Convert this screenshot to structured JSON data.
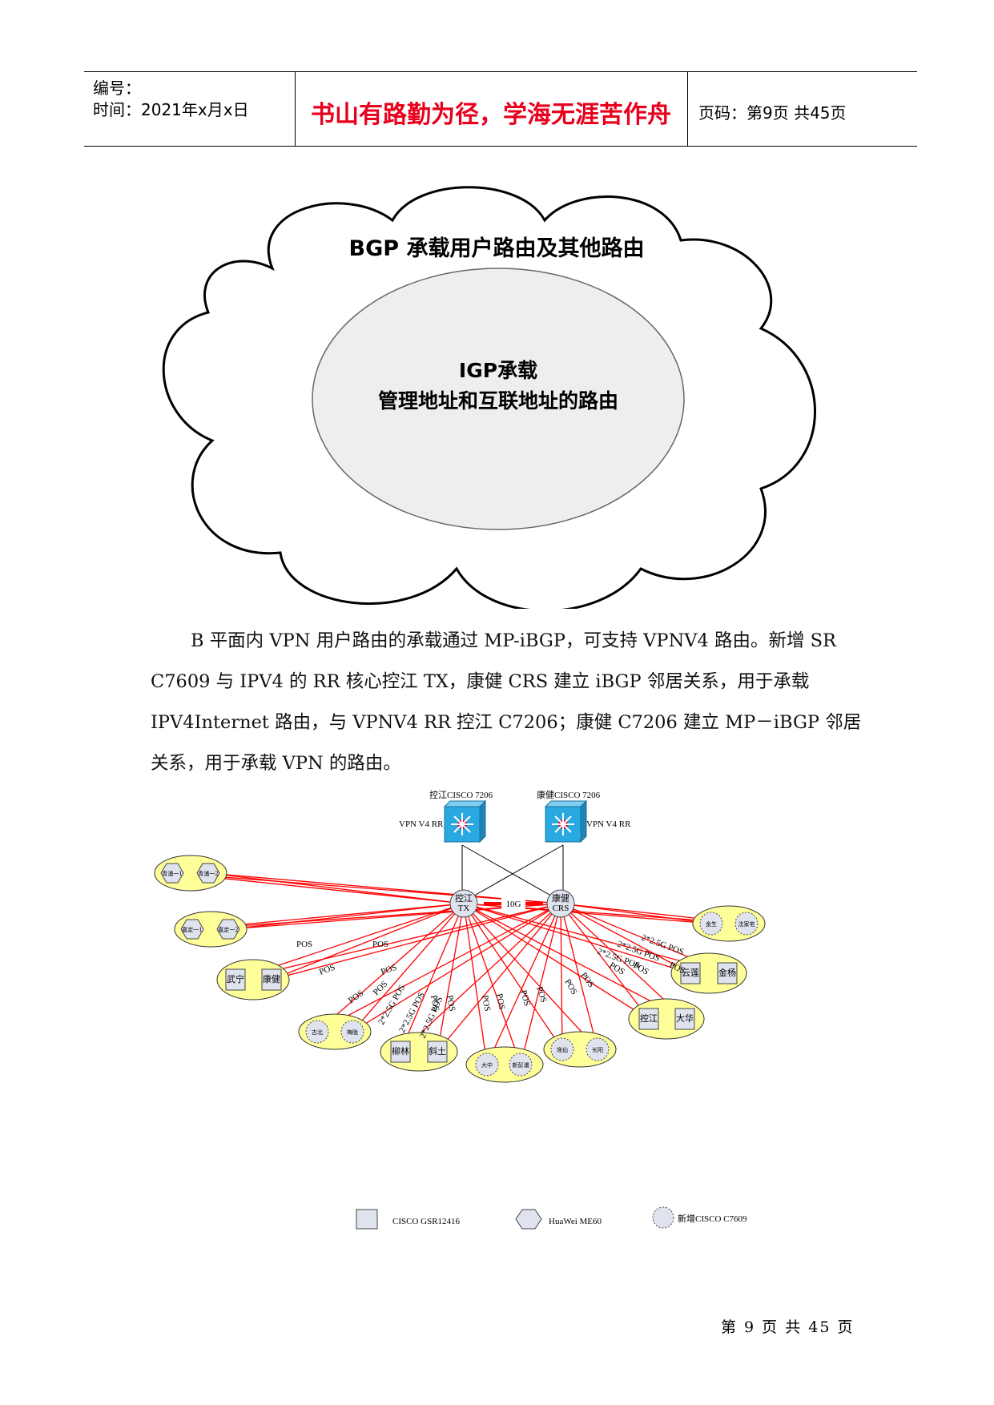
{
  "header": {
    "number_label": "编号：",
    "time_label": "时间：2021年x月x日",
    "motto": "书山有路勤为径，学海无涯苦作舟",
    "page_label": "页码：第9页 共45页"
  },
  "cloud": {
    "title": "BGP 承载用户路由及其他路由",
    "inner_line1": "IGP承载",
    "inner_line2": "管理地址和互联地址的路由"
  },
  "paragraph": {
    "line1": "B 平面内 VPN 用户路由的承载通过 MP-iBGP，可支持 VPNV4 路由。新增 SR",
    "line2": "C7609 与 IPV4 的 RR  核心控江 TX，康健 CRS 建立 iBGP 邻居关系，用于承载",
    "line3": "IPV4Internet 路由，与 VPNV4 RR 控江 C7206；康健 C7206 建立 MP－iBGP 邻居",
    "line4": "关系，用于承载 VPN 的路由。"
  },
  "diagram": {
    "rr_left_name": "控江CISCO 7206",
    "rr_right_name": "康健CISCO 7206",
    "rr_left_label": "VPN V4 RR",
    "rr_right_label": "VPN V4 RR",
    "core_left": [
      "控江",
      "TX"
    ],
    "core_right": [
      "康健",
      "CRS"
    ],
    "core_link": "10G",
    "link_pos": "POS",
    "link_25g": "2*2.5G POS",
    "sites": {
      "qingpu": [
        "青浦一1",
        "青浦一2"
      ],
      "jiading": [
        "嘉定一1",
        "嘉定一2"
      ],
      "wuning": [
        "武宁",
        "康健"
      ],
      "gubei": [
        "古北",
        "梅陇"
      ],
      "liulin": [
        "柳林",
        "斜土"
      ],
      "dazhong": [
        "大中",
        "新彭浦"
      ],
      "yiyuan": [
        "逸仙",
        "长阳"
      ],
      "kongjiang": [
        "控江",
        "大华"
      ],
      "yunlian": [
        "云莲",
        "金杨"
      ],
      "jinsheng": [
        "金生",
        "沈家宅"
      ]
    },
    "legend": {
      "gsr": "CISCO GSR12416",
      "me60": "HuaWei ME60",
      "c7609": "新增CISCO C7609"
    }
  },
  "footer": {
    "text": "第 9 页 共 45 页"
  },
  "colors": {
    "motto": "#e8001c",
    "link": "#ff0000",
    "site_fill": "#ffff99",
    "rr_fill": "#2aa9e0"
  }
}
